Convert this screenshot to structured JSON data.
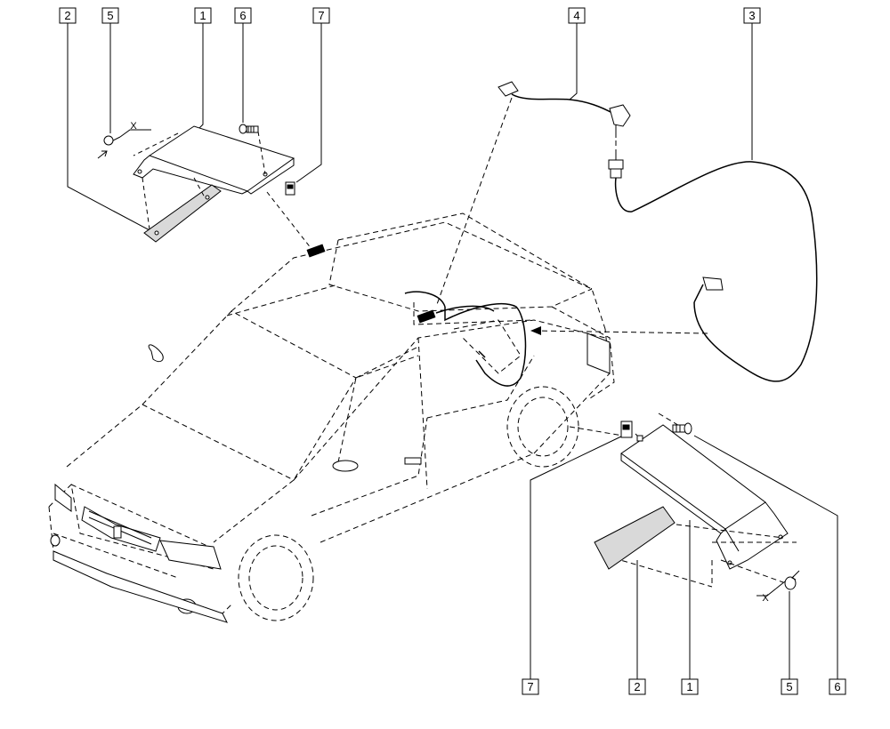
{
  "callouts": {
    "top_2": "2",
    "top_5": "5",
    "top_1": "1",
    "top_6": "6",
    "top_7": "7",
    "top_4": "4",
    "top_3": "3",
    "bottom_7": "7",
    "bottom_2": "2",
    "bottom_1": "1",
    "bottom_5": "5",
    "bottom_6": "6"
  },
  "markers": {
    "x_top": "X",
    "x_bottom": "X"
  },
  "colors": {
    "line": "#000000",
    "background": "#ffffff",
    "fill_pad": "#d9d9d9"
  }
}
